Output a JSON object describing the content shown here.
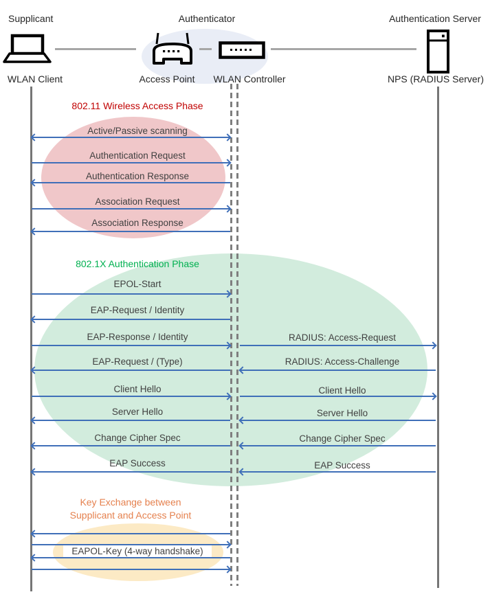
{
  "roles": [
    "Supplicant",
    "Authenticator",
    "Authentication Server"
  ],
  "devices": [
    "WLAN Client",
    "Access Point",
    "WLAN Controller",
    "NPS (RADIUS Server)"
  ],
  "icons": {
    "client": "laptop-icon",
    "access_point": "wireless-router-icon",
    "controller": "switch-icon",
    "server": "server-icon"
  },
  "phase1": {
    "title": "802.11 Wireless Access Phase",
    "messages": [
      {
        "label": "Active/Passive scanning",
        "direction": "both"
      },
      {
        "label": "Authentication Request",
        "direction": "right"
      },
      {
        "label": "Authentication Response",
        "direction": "left"
      },
      {
        "label": "Association Request",
        "direction": "right"
      },
      {
        "label": "Association Response",
        "direction": "left"
      }
    ]
  },
  "phase2": {
    "title": "802.1X Authentication Phase",
    "left_messages": [
      {
        "label": "EPOL-Start",
        "direction": "right"
      },
      {
        "label": "EAP-Request / Identity",
        "direction": "left"
      },
      {
        "label": "EAP-Response / Identity",
        "direction": "right"
      },
      {
        "label": "EAP-Request / (Type)",
        "direction": "left"
      },
      {
        "label": "Client Hello",
        "direction": "right"
      },
      {
        "label": "Server Hello",
        "direction": "left"
      },
      {
        "label": "Change Cipher Spec",
        "direction": "left"
      },
      {
        "label": "EAP Success",
        "direction": "left"
      }
    ],
    "right_messages": [
      {
        "label": "RADIUS: Access-Request",
        "direction": "right"
      },
      {
        "label": "RADIUS: Access-Challenge",
        "direction": "left"
      },
      {
        "label": "Client Hello",
        "direction": "right"
      },
      {
        "label": "Server Hello",
        "direction": "left"
      },
      {
        "label": "Change Cipher Spec",
        "direction": "left"
      },
      {
        "label": "EAP Success",
        "direction": "left"
      }
    ]
  },
  "phase3": {
    "title_line1": "Key Exchange between",
    "title_line2": "Supplicant and Access Point",
    "label": "EAPOL-Key (4-way handshake)",
    "arrows": [
      "left",
      "right",
      "left",
      "right"
    ]
  },
  "colors": {
    "arrow": "#3F6FB8",
    "lifeline": "#767676",
    "phase1_title": "#C00000",
    "phase1_fill": "#F0C7C9",
    "phase2_title": "#00B050",
    "phase2_fill": "#D2ECDD",
    "phase3_title": "#E5814E",
    "phase3_fill": "#FCEAC5",
    "authenticator_fill": "#E9EDF6"
  }
}
